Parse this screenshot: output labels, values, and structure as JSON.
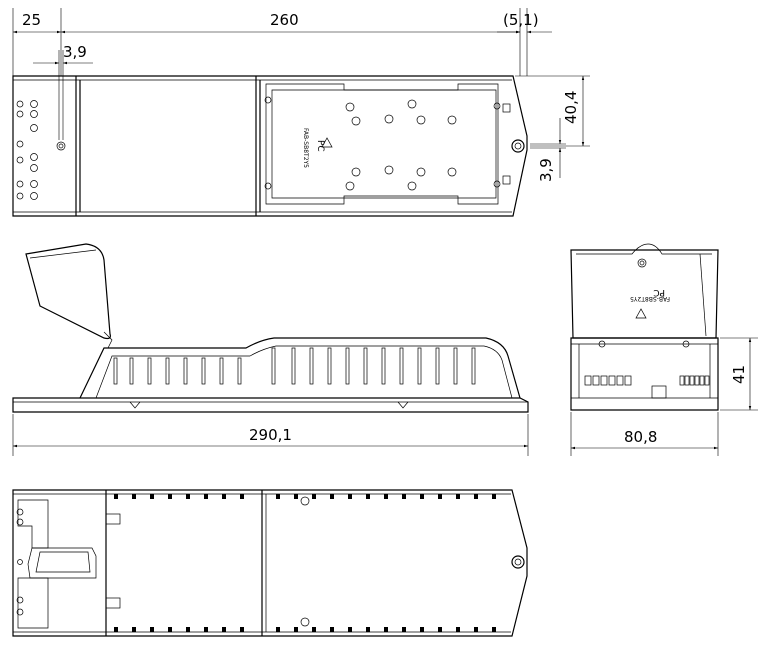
{
  "dimensions": {
    "top_width_25": "25",
    "top_length_260": "260",
    "top_offset_5_1": "(5,1)",
    "hole_3_9_left": "3,9",
    "height_40_4": "40,4",
    "hole_3_9_right": "3,9",
    "side_length_290_1": "290,1",
    "end_height_41": "41",
    "end_width_80_8": "80,8"
  },
  "markings": {
    "material": "PC",
    "part_number": "FAB-SB8T2Y5"
  }
}
